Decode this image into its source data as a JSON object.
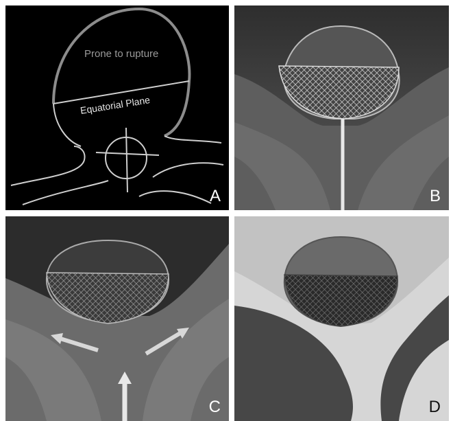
{
  "panels": {
    "a": {
      "letter": "A",
      "annotations": {
        "top": "Prone to rupture",
        "plane": "Equatorial Plane"
      }
    },
    "b": {
      "letter": "B"
    },
    "c": {
      "letter": "C"
    },
    "d": {
      "letter": "D"
    }
  }
}
